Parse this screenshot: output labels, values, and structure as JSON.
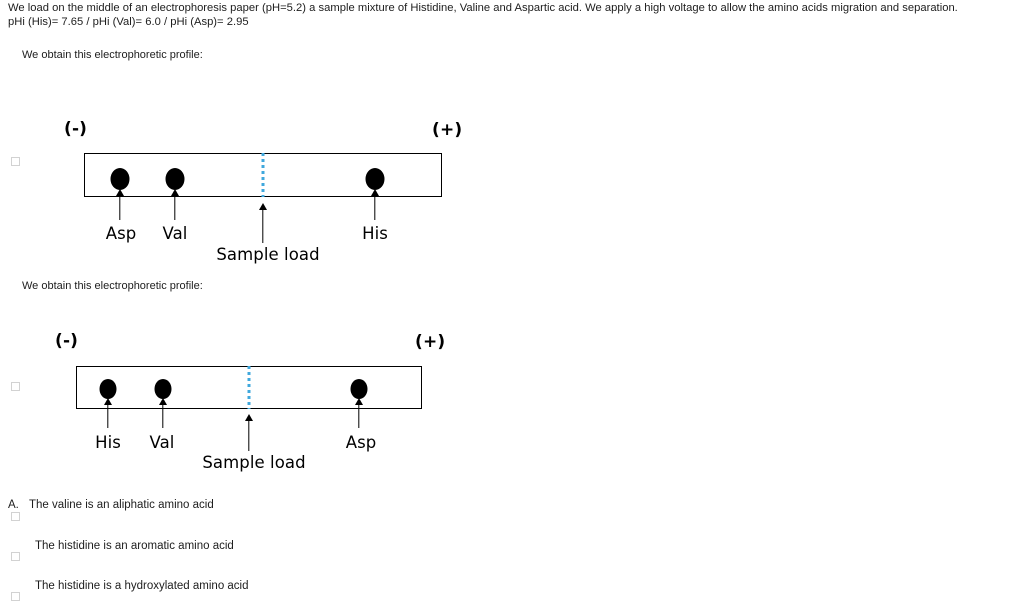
{
  "prompt": {
    "line1": "We load on the middle of an electrophoresis paper (pH=5.2) a sample mixture of Histidine, Valine and Aspartic acid. We apply a high voltage to allow the amino acids migration and separation.",
    "line2": "pHi (His)= 7.65 / pHi (Val)= 6.0 / pHi (Asp)= 2.95"
  },
  "diagram1": {
    "caption": "We obtain this electrophoretic profile:",
    "cathode_label": "(-)",
    "anode_label": "(+)",
    "sample_load_label": "Sample load",
    "bands": [
      {
        "label": "Asp"
      },
      {
        "label": "Val"
      },
      {
        "label": "His"
      }
    ]
  },
  "diagram2": {
    "caption": "We obtain this electrophoretic profile:",
    "cathode_label": "(-)",
    "anode_label": "(+)",
    "sample_load_label": "Sample load",
    "bands": [
      {
        "label": "His"
      },
      {
        "label": "Val"
      },
      {
        "label": "Asp"
      }
    ]
  },
  "options": {
    "letter_a": "A.",
    "items": [
      {
        "text": "The valine is an aliphatic amino acid"
      },
      {
        "text": "The histidine is an aromatic amino acid"
      },
      {
        "text": "The histidine is a hydroxylated amino acid"
      }
    ]
  },
  "colors": {
    "sample_load_line": "#40a8dd",
    "band_spot": "#000000",
    "strip_border": "#000000",
    "ghost_checkbox_border": "#d2d2d2"
  }
}
